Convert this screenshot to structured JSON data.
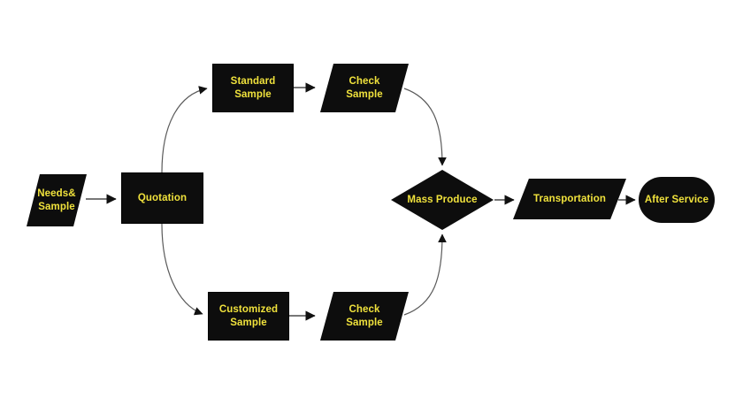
{
  "diagram": {
    "type": "flowchart",
    "colors": {
      "background": "#ffffff",
      "node_fill": "#0d0d0d",
      "label_text": "#f0e23c",
      "connector": "#5a5a5a",
      "arrowhead": "#111111"
    },
    "nodes": {
      "needs_sample": {
        "label": "Needs&\nSample",
        "shape": "parallelogram"
      },
      "quotation": {
        "label": "Quotation",
        "shape": "rectangle"
      },
      "standard_sample": {
        "label": "Standard\nSample",
        "shape": "rectangle"
      },
      "check_sample_top": {
        "label": "Check\nSample",
        "shape": "parallelogram"
      },
      "customized_sample": {
        "label": "Customized\nSample",
        "shape": "rectangle"
      },
      "check_sample_bottom": {
        "label": "Check\nSample",
        "shape": "parallelogram"
      },
      "mass_produce": {
        "label": "Mass Produce",
        "shape": "diamond"
      },
      "transportation": {
        "label": "Transportation",
        "shape": "parallelogram"
      },
      "after_service": {
        "label": "After Service",
        "shape": "stadium"
      }
    },
    "edges": [
      {
        "from": "needs_sample",
        "to": "quotation"
      },
      {
        "from": "quotation",
        "to": "standard_sample"
      },
      {
        "from": "standard_sample",
        "to": "check_sample_top"
      },
      {
        "from": "check_sample_top",
        "to": "mass_produce"
      },
      {
        "from": "quotation",
        "to": "customized_sample"
      },
      {
        "from": "customized_sample",
        "to": "check_sample_bottom"
      },
      {
        "from": "check_sample_bottom",
        "to": "mass_produce"
      },
      {
        "from": "mass_produce",
        "to": "transportation"
      },
      {
        "from": "transportation",
        "to": "after_service"
      }
    ]
  }
}
